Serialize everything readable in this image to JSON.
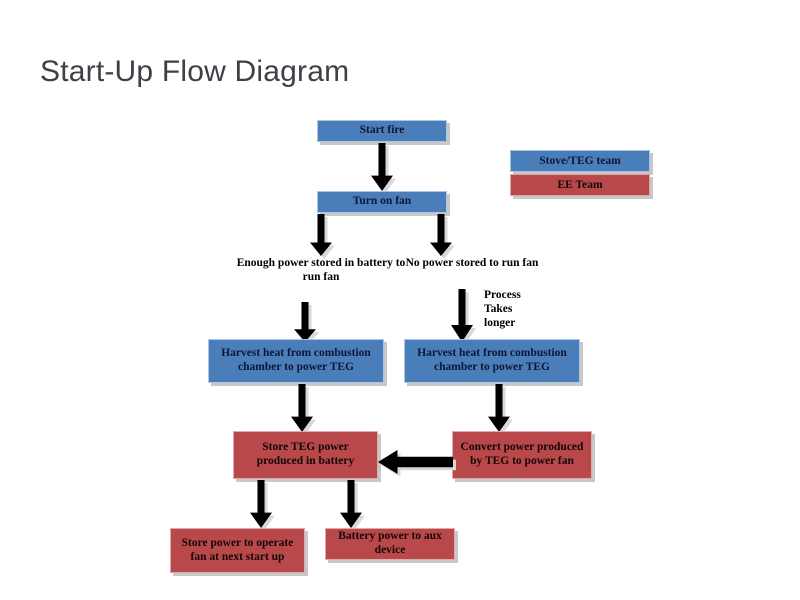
{
  "slide": {
    "title": "Start-Up Flow Diagram",
    "background": "#ffffff",
    "title_color": "#3f3f46"
  },
  "colors": {
    "stove_teg_blue": "#4a7ebb",
    "ee_team_red": "#b8484a",
    "arrow_black": "#000000",
    "shadow_gray": "#d9d9d9",
    "text_dark": "#10172b"
  },
  "legend": {
    "name": "team-legend",
    "items": [
      {
        "label": "Stove/TEG team",
        "color": "#4a7ebb"
      },
      {
        "label": "EE Team",
        "color": "#b8484a"
      }
    ]
  },
  "nodes": {
    "start_fire": "Start fire",
    "turn_on_fan": "Turn on fan",
    "enough_power": "Enough power stored in battery to run fan",
    "no_power": "No power stored to run fan",
    "process_takes_longer": "Process Takes longer",
    "harvest_heat_left": "Harvest heat from combustion chamber to power TEG",
    "harvest_heat_right": "Harvest heat from combustion chamber to power TEG",
    "store_teg_power": "Store TEG power produced in battery",
    "convert_power": "Convert power produced by TEG to power fan",
    "store_power_next_startup": "Store power to operate fan at next start up",
    "battery_power_aux": "Battery power to aux device"
  },
  "arrows": [
    {
      "name": "arrow-start-fire-to-turn-on-fan",
      "direction": "down"
    },
    {
      "name": "arrow-turn-on-fan-to-enough-power",
      "direction": "down"
    },
    {
      "name": "arrow-turn-on-fan-to-no-power",
      "direction": "down"
    },
    {
      "name": "arrow-enough-power-to-harvest-left",
      "direction": "down"
    },
    {
      "name": "arrow-no-power-to-harvest-right",
      "direction": "down"
    },
    {
      "name": "arrow-harvest-left-to-store-teg",
      "direction": "down"
    },
    {
      "name": "arrow-harvest-right-to-convert",
      "direction": "down"
    },
    {
      "name": "arrow-convert-to-store-teg",
      "direction": "left"
    },
    {
      "name": "arrow-store-teg-to-store-next-startup",
      "direction": "down"
    },
    {
      "name": "arrow-store-teg-to-battery-aux",
      "direction": "down"
    }
  ]
}
